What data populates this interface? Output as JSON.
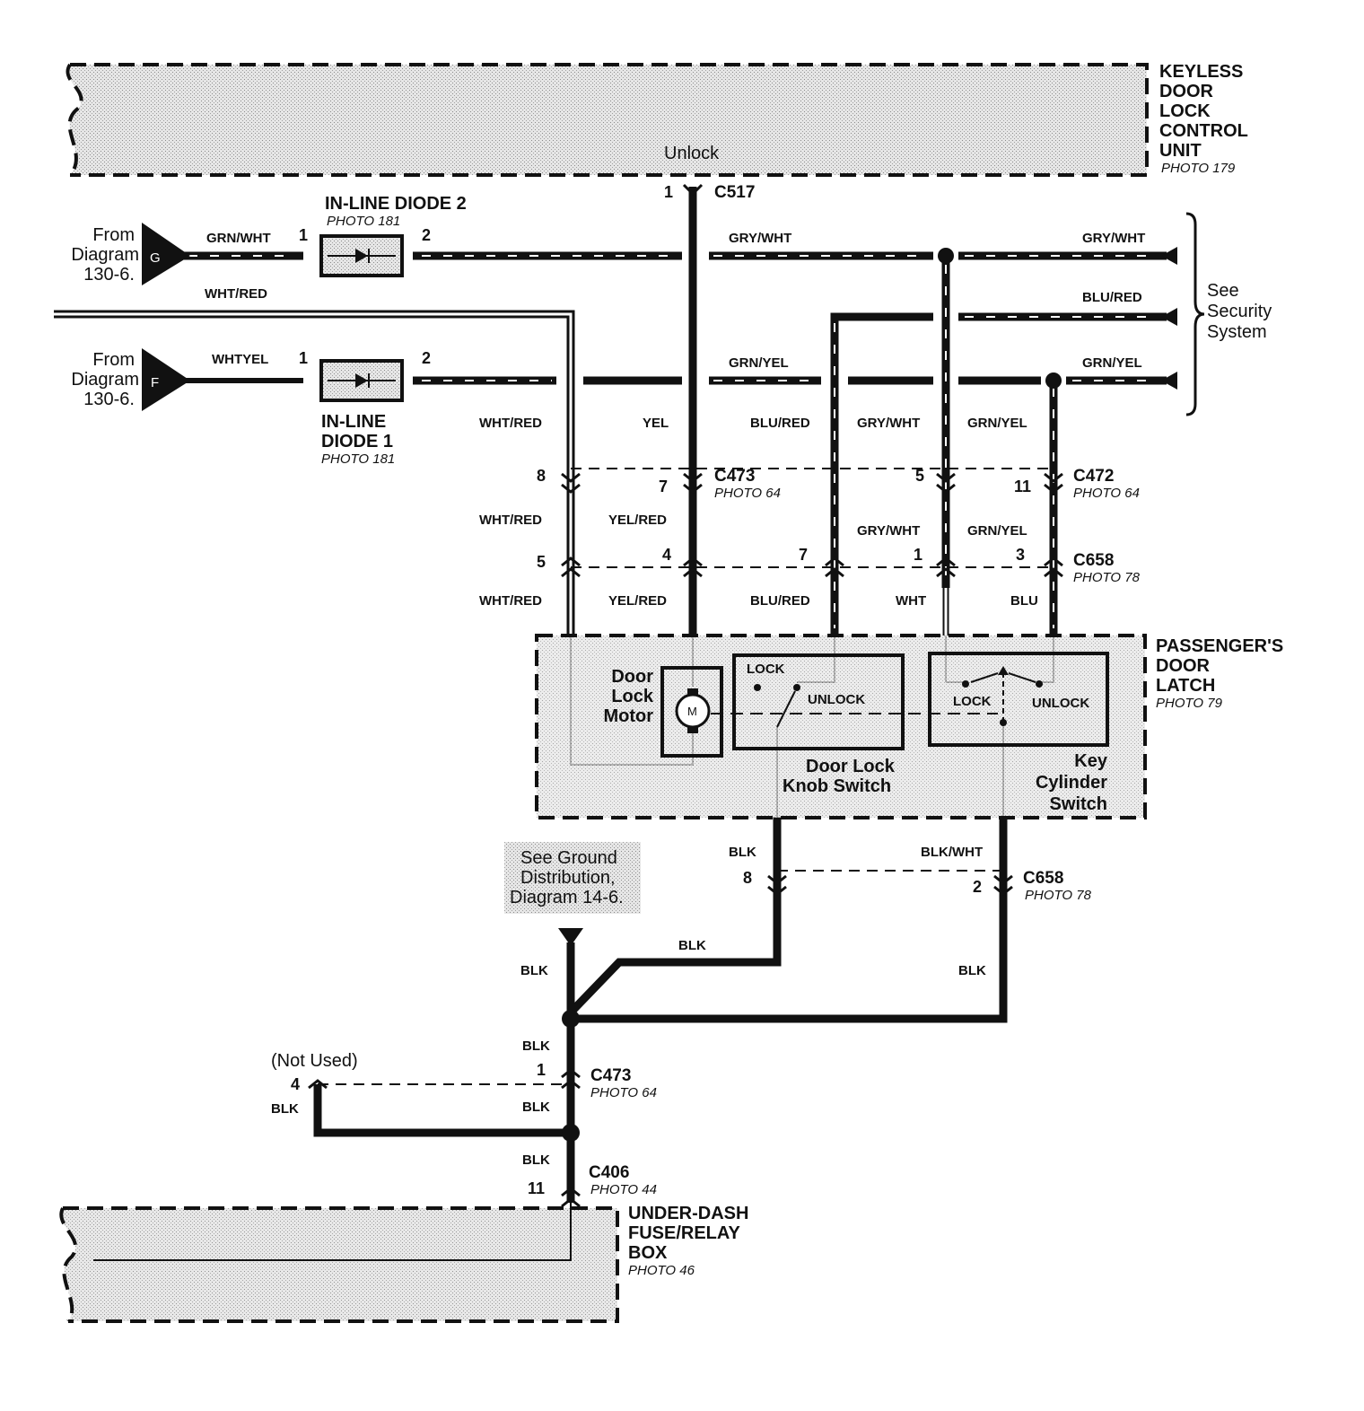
{
  "keyless_unit": {
    "lines": [
      "KEYLESS",
      "DOOR",
      "LOCK",
      "CONTROL",
      "UNIT"
    ],
    "photo": "PHOTO 179",
    "unlock": "Unlock"
  },
  "c517": {
    "name": "C517",
    "pin": "1"
  },
  "diode2": {
    "title": "IN-LINE DIODE 2",
    "photo": "PHOTO 181",
    "pin_in": "1",
    "pin_out": "2"
  },
  "diode1": {
    "line1": "IN-LINE",
    "line2": "DIODE 1",
    "photo": "PHOTO 181",
    "pin_in": "1",
    "pin_out": "2"
  },
  "from_g": {
    "l1": "From",
    "l2": "Diagram",
    "l3": "130-6.",
    "tag": "G",
    "wire": "GRN/WHT"
  },
  "from_f": {
    "l1": "From",
    "l2": "Diagram",
    "l3": "130-6.",
    "tag": "F",
    "wire": "WHTYEL"
  },
  "wires": {
    "gry_wht_mid": "GRY/WHT",
    "gry_wht_right": "GRY/WHT",
    "wht_red_top": "WHT/RED",
    "blu_red_right": "BLU/RED",
    "grn_yel_mid": "GRN/YEL",
    "grn_yel_right": "GRN/YEL",
    "row1": [
      "WHT/RED",
      "YEL",
      "BLU/RED",
      "GRY/WHT",
      "GRN/YEL"
    ],
    "row2": [
      "WHT/RED",
      "YEL/RED",
      "GRY/WHT",
      "GRN/YEL"
    ],
    "row3": [
      "WHT/RED",
      "YEL/RED",
      "BLU/RED",
      "WHT",
      "BLU"
    ]
  },
  "security": {
    "l1": "See",
    "l2": "Security",
    "l3": "System"
  },
  "c473_top": {
    "name": "C473",
    "photo": "PHOTO 64",
    "pins": [
      "8",
      "7"
    ]
  },
  "c472": {
    "name": "C472",
    "photo": "PHOTO 64",
    "pins": [
      "5",
      "11"
    ]
  },
  "c658_top": {
    "name": "C658",
    "photo": "PHOTO 78",
    "pins": [
      "5",
      "4",
      "7",
      "1",
      "3"
    ]
  },
  "latch": {
    "lines": [
      "PASSENGER'S",
      "DOOR",
      "LATCH"
    ],
    "photo": "PHOTO 79",
    "motor": [
      "Door",
      "Lock",
      "Motor"
    ],
    "motor_symbol": "M",
    "knob_lock": "LOCK",
    "knob_unlock": "UNLOCK",
    "knob_name": [
      "Door Lock",
      "Knob Switch"
    ],
    "key_lock": "LOCK",
    "key_unlock": "UNLOCK",
    "key_name": [
      "Key",
      "Cylinder",
      "Switch"
    ]
  },
  "ground_note": [
    "See Ground",
    "Distribution,",
    "Diagram 14-6."
  ],
  "c658_bot": {
    "name": "C658",
    "photo": "PHOTO 78",
    "pin_left": "8",
    "pin_right": "2",
    "wire_left": "BLK",
    "wire_right": "BLK/WHT"
  },
  "ground_wires": {
    "blk_diag": "BLK",
    "blk_left": "BLK",
    "blk_right": "BLK",
    "blk_a": "BLK",
    "blk_b": "BLK",
    "blk_c": "BLK",
    "blk_notused": "BLK"
  },
  "c473_bot": {
    "name": "C473",
    "photo": "PHOTO 64",
    "pin": "1",
    "pin_notused": "4",
    "not_used": "(Not Used)"
  },
  "c406": {
    "name": "C406",
    "photo": "PHOTO 44",
    "pin": "11"
  },
  "fuse_box": {
    "lines": [
      "UNDER-DASH",
      "FUSE/RELAY",
      "BOX"
    ],
    "photo": "PHOTO 46"
  },
  "colors": {
    "ink": "#111111",
    "shade": "#d9d9d9"
  }
}
